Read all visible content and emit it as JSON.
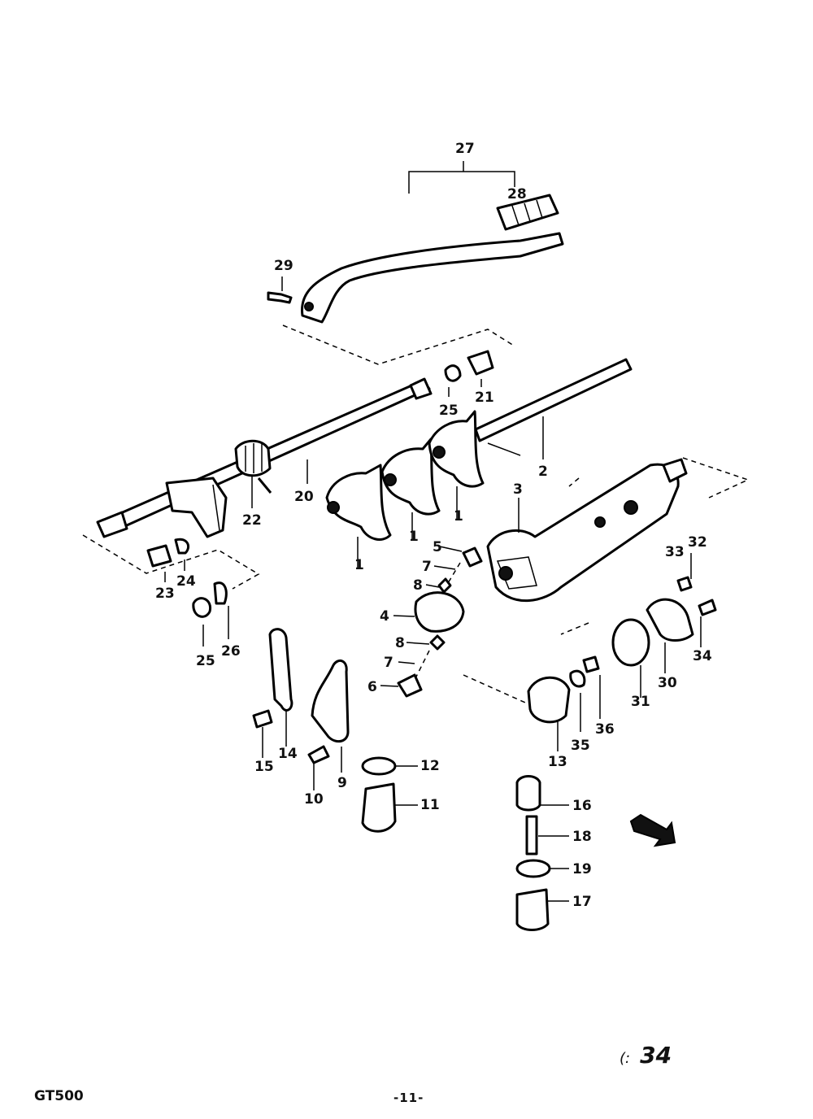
{
  "labels": {
    "p1a": "1",
    "p1b": "1",
    "p1c": "1",
    "p2": "2",
    "p3": "3",
    "p4": "4",
    "p5": "5",
    "p6": "6",
    "p7a": "7",
    "p7b": "7",
    "p8a": "8",
    "p8b": "8",
    "p9": "9",
    "p10": "10",
    "p11": "11",
    "p12": "12",
    "p13": "13",
    "p14": "14",
    "p15": "15",
    "p16": "16",
    "p17": "17",
    "p18": "18",
    "p19": "19",
    "p20": "20",
    "p21": "21",
    "p22": "22",
    "p23": "23",
    "p24": "24",
    "p25a": "25",
    "p25b": "25",
    "p26": "26",
    "p27": "27",
    "p28": "28",
    "p29": "29",
    "p30": "30",
    "p31": "31",
    "p32": "32",
    "p33": "33",
    "p34": "34",
    "p35": "35",
    "p36": "36"
  },
  "footer": {
    "model": "GT500",
    "page": "-11-",
    "figure_prefix": "(:",
    "figure_number": "34"
  }
}
